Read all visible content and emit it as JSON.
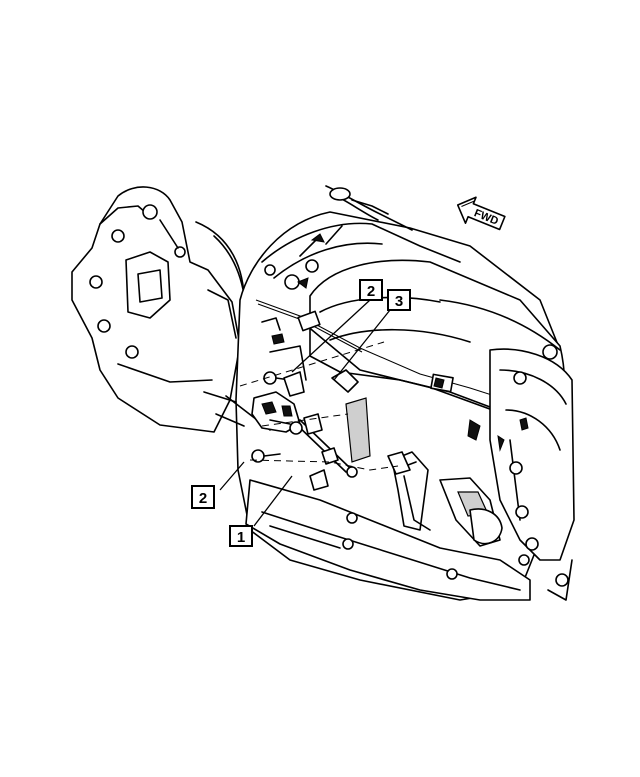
{
  "callouts": {
    "c1": "1",
    "c2a": "2",
    "c2b": "2",
    "c3": "3"
  },
  "direction_arrow": {
    "label": "FWD"
  }
}
